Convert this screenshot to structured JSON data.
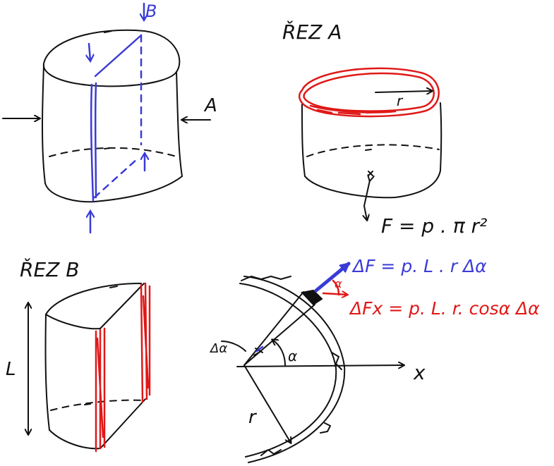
{
  "colors": {
    "ink": "#111111",
    "blue": "#3b3bd6",
    "red": "#e01818"
  },
  "labels": {
    "arrow_b": "B",
    "arrow_a": "A",
    "section_a_title": "ŘEZ A",
    "radius_a": "r",
    "force_a": "F = p . π r²",
    "section_b_title": "ŘEZ B",
    "length": "L",
    "delta_alpha": "Δα",
    "alpha": "α",
    "alpha_small": "α",
    "radius_b": "r",
    "axis_x": "x",
    "delta_f": "ΔF = p. L . r Δα",
    "delta_fx": "ΔFx = p. L. r. cosα Δα"
  }
}
